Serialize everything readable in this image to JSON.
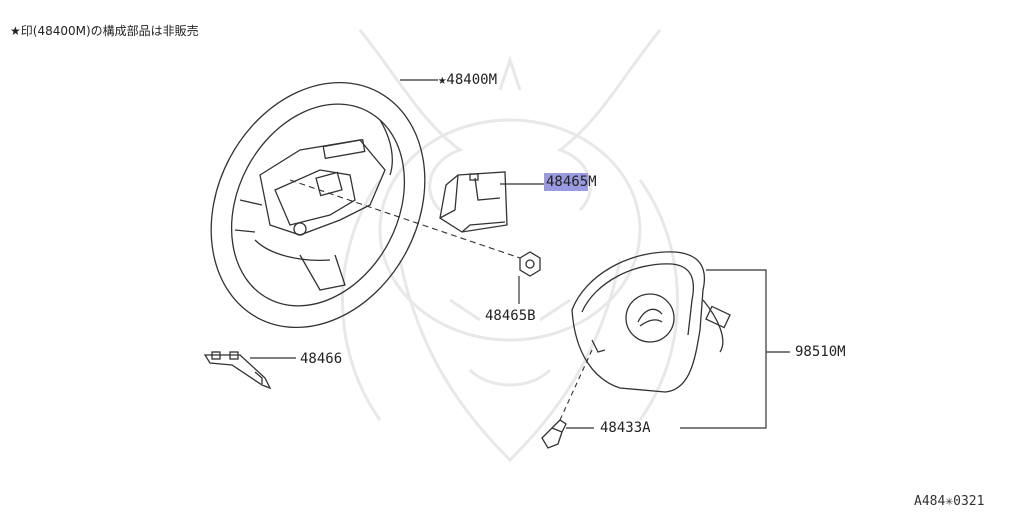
{
  "note": "★印(48400M)の構成部品は非販売",
  "colors": {
    "line": "#333333",
    "highlight": "#9a9ae0",
    "watermark": "#e6e6e6"
  },
  "parts": {
    "steering_wheel": "★48400M",
    "switch_module": {
      "prefix": "48465",
      "suffix": "M"
    },
    "nut": "48465B",
    "bracket": "48466",
    "airbag_module": "98510M",
    "bolt": "48433A"
  },
  "diagram_code": "A484✳0321"
}
